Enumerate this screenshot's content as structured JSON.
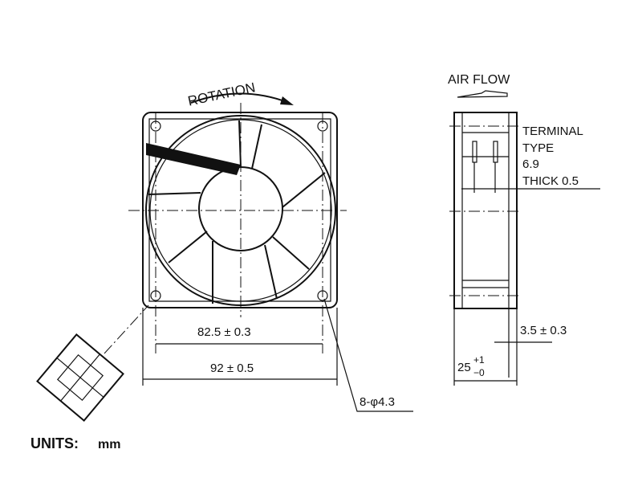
{
  "labels": {
    "rotation": "ROTATION",
    "air_flow": "AIR FLOW",
    "terminal_lines": [
      "TERMINAL",
      "TYPE",
      "6.9",
      "THICK 0.5"
    ],
    "hole_pitch": "82.5 ± 0.3",
    "frame_size": "92 ± 0.5",
    "mounting_holes": "8-φ4.3",
    "flange": "3.5 ± 0.3",
    "depth": "25",
    "depth_tol_plus": "+1",
    "depth_tol_minus": "−0",
    "units_label": "UNITS:",
    "units_value": "mm"
  }
}
